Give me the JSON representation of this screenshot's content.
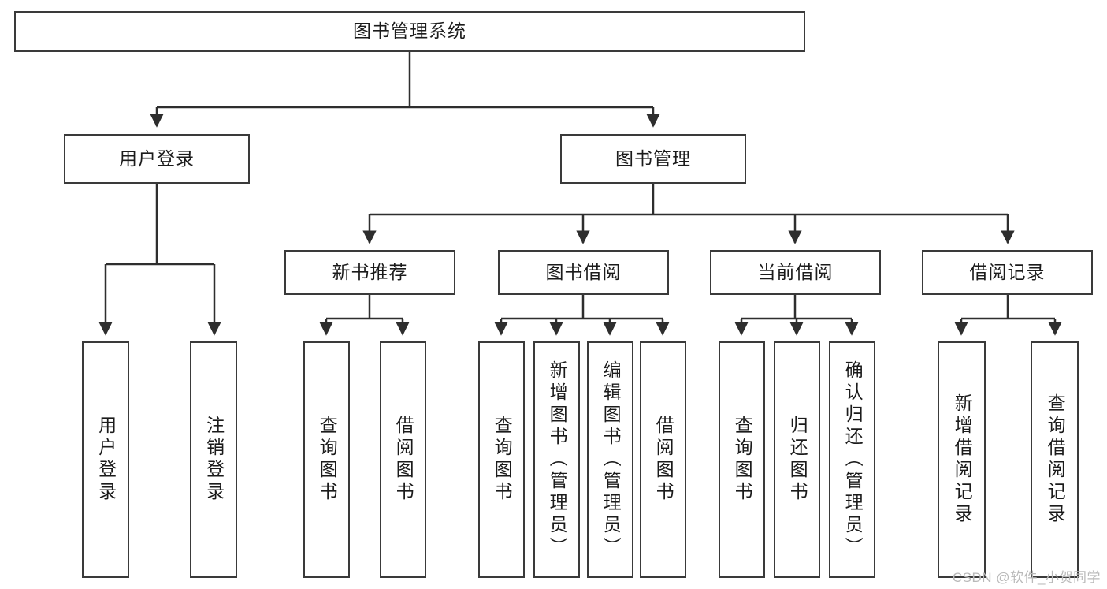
{
  "diagram": {
    "type": "tree-hierarchy",
    "title": "图书管理系统",
    "colors": {
      "box_border": "#3a3a3a",
      "box_fill": "#ffffff",
      "connector": "#2e2e2e",
      "text": "#1b1b1b",
      "watermark": "#b9b9b9",
      "background": "#ffffff"
    },
    "root": {
      "id": "root",
      "label": "图书管理系统"
    },
    "level2": [
      {
        "id": "user-login",
        "label": "用户登录"
      },
      {
        "id": "book-manage",
        "label": "图书管理"
      }
    ],
    "level3": [
      {
        "id": "new-book-rec",
        "label": "新书推荐"
      },
      {
        "id": "book-borrow",
        "label": "图书借阅"
      },
      {
        "id": "current-borrow",
        "label": "当前借阅"
      },
      {
        "id": "borrow-record",
        "label": "借阅记录"
      }
    ],
    "leaves": {
      "user_login": [
        {
          "id": "leaf-user-login",
          "label": "用户登录"
        },
        {
          "id": "leaf-logout",
          "label": "注销登录"
        }
      ],
      "new_book_rec": [
        {
          "id": "leaf-query-book-1",
          "label": "查询图书"
        },
        {
          "id": "leaf-borrow-book-1",
          "label": "借阅图书"
        }
      ],
      "book_borrow": [
        {
          "id": "leaf-query-book-2",
          "label": "查询图书"
        },
        {
          "id": "leaf-add-book",
          "label": "新增图书（管理员）"
        },
        {
          "id": "leaf-edit-book",
          "label": "编辑图书（管理员）"
        },
        {
          "id": "leaf-borrow-book-2",
          "label": "借阅图书"
        }
      ],
      "current_borrow": [
        {
          "id": "leaf-query-book-3",
          "label": "查询图书"
        },
        {
          "id": "leaf-return-book",
          "label": "归还图书"
        },
        {
          "id": "leaf-confirm-return",
          "label": "确认归还（管理员）"
        }
      ],
      "borrow_record": [
        {
          "id": "leaf-add-record",
          "label": "新增借阅记录"
        },
        {
          "id": "leaf-query-record",
          "label": "查询借阅记录"
        }
      ]
    }
  },
  "watermark": {
    "text": "CSDN @软件_小贺同学"
  }
}
